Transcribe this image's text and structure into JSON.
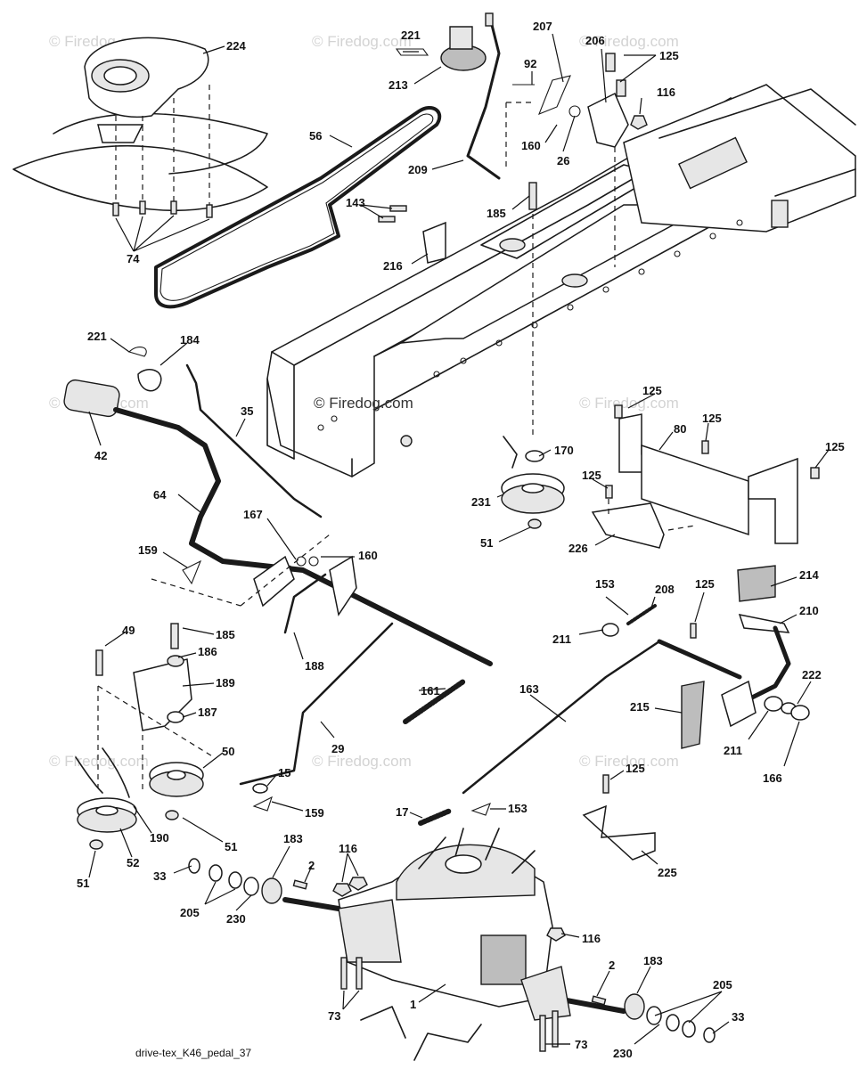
{
  "watermark": {
    "text": "© Firedog.com",
    "center_text": "© Firedog.com"
  },
  "footer": {
    "drawing_id": "drive-tex_K46_pedal_37"
  },
  "callouts": {
    "c224": "224",
    "c221a": "221",
    "c213": "213",
    "c207": "207",
    "c206": "206",
    "c125a": "125",
    "c92": "92",
    "c116a": "116",
    "c56": "56",
    "c160a": "160",
    "c26": "26",
    "c209": "209",
    "c185a": "185",
    "c143": "143",
    "c216": "216",
    "c74": "74",
    "c221b": "221",
    "c184": "184",
    "c42": "42",
    "c35": "35",
    "c170": "170",
    "c125b": "125",
    "c125c": "125",
    "c80": "80",
    "c125d": "125",
    "c125e": "125",
    "c231": "231",
    "c51a": "51",
    "c226": "226",
    "c64": "64",
    "c167": "167",
    "c160b": "160",
    "c159a": "159",
    "c49": "49",
    "c185b": "185",
    "c186": "186",
    "c188": "188",
    "c189": "189",
    "c187": "187",
    "c161": "161",
    "c50": "50",
    "c29": "29",
    "c15": "15",
    "c159b": "159",
    "c190": "190",
    "c51b": "51",
    "c52": "52",
    "c51c": "51",
    "c153a": "153",
    "c208": "208",
    "c125f": "125",
    "c214": "214",
    "c210": "210",
    "c211a": "211",
    "c163": "163",
    "c215": "215",
    "c222": "222",
    "c211b": "211",
    "c166": "166",
    "c125g": "125",
    "c17": "17",
    "c153b": "153",
    "c225": "225",
    "c183a": "183",
    "c2a": "2",
    "c116b": "116",
    "c33a": "33",
    "c205a": "205",
    "c230a": "230",
    "c116c": "116",
    "c1": "1",
    "c73a": "73",
    "c2b": "2",
    "c183b": "183",
    "c205b": "205",
    "c33b": "33",
    "c230b": "230",
    "c73b": "73"
  }
}
